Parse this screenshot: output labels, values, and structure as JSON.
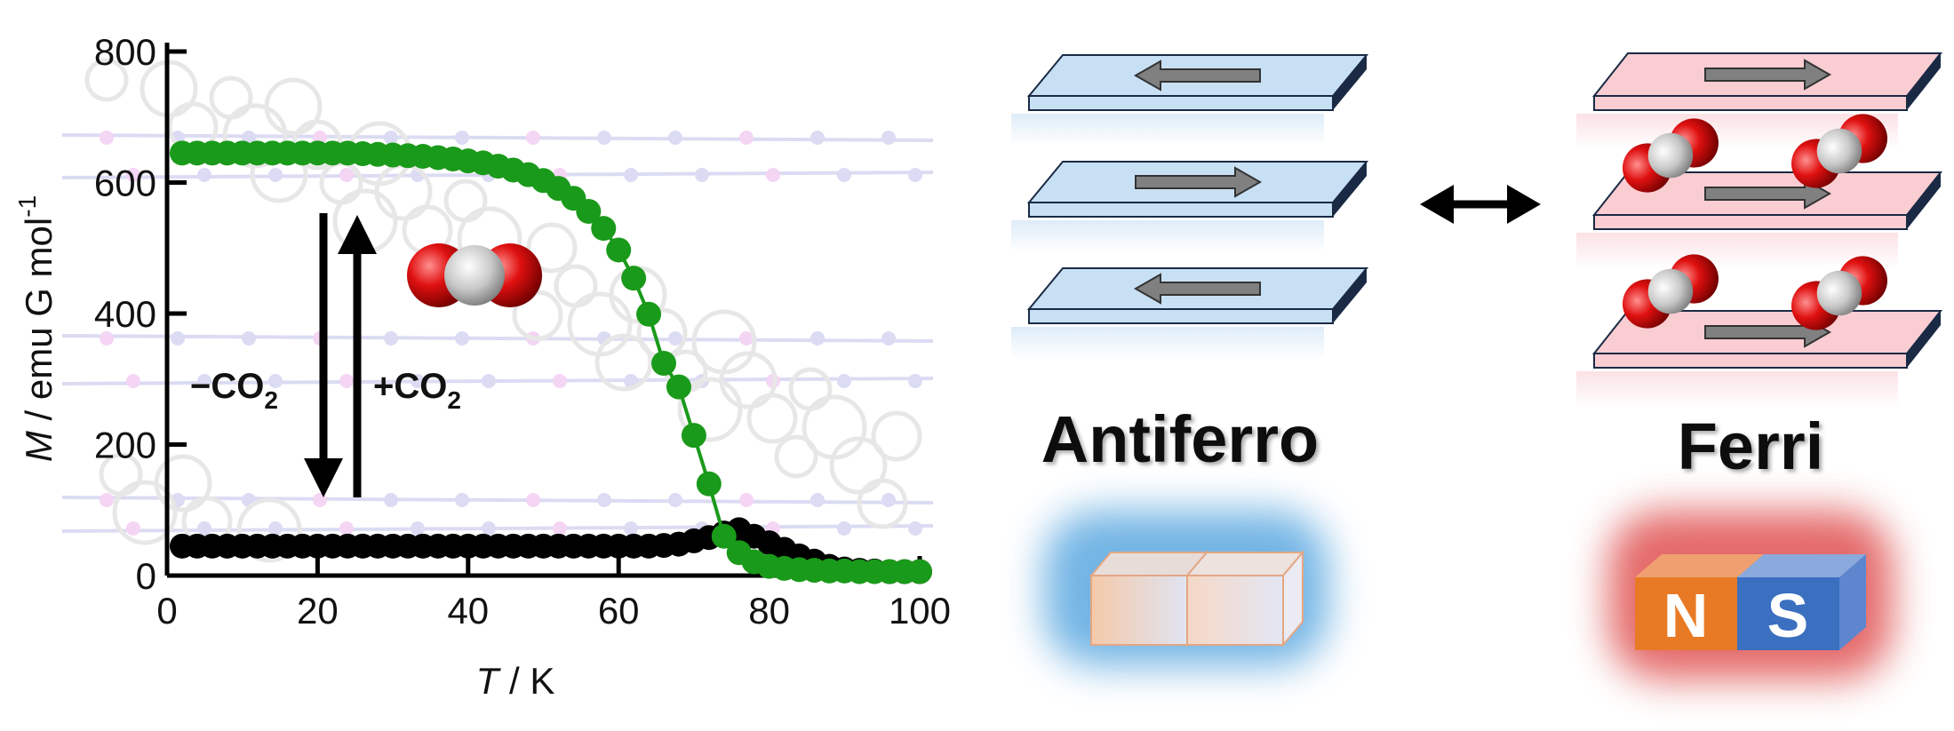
{
  "chart_data": {
    "type": "scatter",
    "title": "",
    "xlabel_italic": "T",
    "xlabel_unit": " / K",
    "ylabel_italic": "M",
    "ylabel_unit": " / emu G mol",
    "ylabel_sup": "-1",
    "xlim": [
      0,
      100
    ],
    "ylim": [
      0,
      800
    ],
    "xticks": [
      0,
      20,
      40,
      60,
      80,
      100
    ],
    "yticks": [
      0,
      200,
      400,
      600,
      800
    ],
    "series": [
      {
        "color": "#1a9a1a",
        "x": [
          2,
          4,
          6,
          8,
          10,
          12,
          14,
          16,
          18,
          20,
          22,
          24,
          26,
          28,
          30,
          32,
          34,
          36,
          38,
          40,
          42,
          44,
          46,
          48,
          50,
          52,
          54,
          56,
          58,
          60,
          62,
          64,
          66,
          68,
          70,
          72,
          74,
          76,
          78,
          80,
          82,
          84,
          86,
          88,
          90,
          92,
          94,
          96,
          98,
          100
        ],
        "y": [
          645,
          645,
          645,
          645,
          645,
          645,
          645,
          645,
          645,
          645,
          645,
          645,
          644,
          643,
          642,
          641,
          640,
          638,
          636,
          633,
          630,
          625,
          619,
          612,
          603,
          591,
          576,
          556,
          530,
          497,
          454,
          399,
          324,
          288,
          214,
          140,
          60,
          35,
          21,
          14,
          11,
          9,
          8,
          7,
          7,
          6,
          6,
          6,
          6,
          6
        ]
      },
      {
        "color": "#000000",
        "x": [
          2,
          4,
          6,
          8,
          10,
          12,
          14,
          16,
          18,
          20,
          22,
          24,
          26,
          28,
          30,
          32,
          34,
          36,
          38,
          40,
          42,
          44,
          46,
          48,
          50,
          52,
          54,
          56,
          58,
          60,
          62,
          64,
          66,
          68,
          70,
          72,
          74,
          76,
          78,
          80,
          82,
          84,
          86,
          88,
          90,
          92,
          94,
          96,
          98,
          100
        ],
        "y": [
          45,
          45,
          45,
          45,
          45,
          45,
          45,
          45,
          45,
          45,
          45,
          45,
          45,
          45,
          45,
          45,
          45,
          45,
          45,
          45,
          45,
          45,
          45,
          45,
          45,
          45,
          45,
          45,
          45,
          45,
          45,
          45,
          46,
          48,
          53,
          58,
          65,
          70,
          60,
          50,
          40,
          30,
          22,
          14,
          10,
          8,
          7,
          6,
          6,
          6
        ]
      }
    ]
  },
  "annotations": {
    "minus_co2": "−CO",
    "plus_co2": "+CO",
    "co2_sub": "2",
    "antiferro_label": "Antiferro",
    "ferri_label": "Ferri",
    "magnet_n": "N",
    "magnet_s": "S"
  },
  "colors": {
    "antiferro_plate": "#c8e0f4",
    "ferri_plate": "#f9cdd2",
    "co2_oxygen": "#e01010",
    "co2_carbon": "#c8c8c8",
    "arrow": "#808080",
    "magnet_n": "#e87a25",
    "magnet_s": "#3b6fc0",
    "glow_blue": "#5aa7e0",
    "glow_red": "#e05050"
  }
}
